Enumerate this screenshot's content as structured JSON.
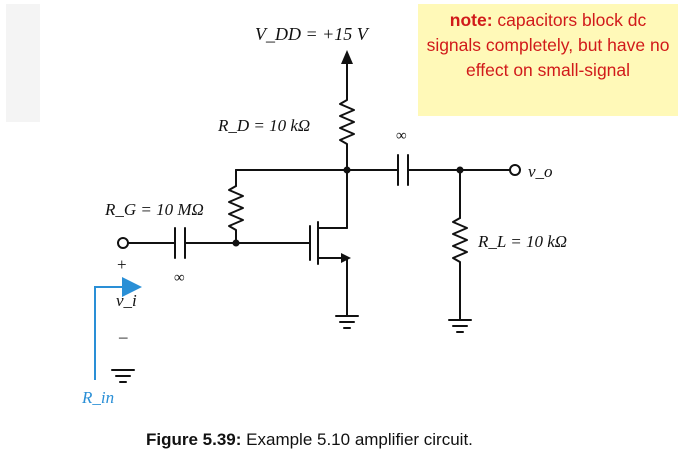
{
  "supply": {
    "label": "V_DD = +15 V"
  },
  "note": {
    "prefix": "note:",
    "text": " capacitors block dc signals completely, but have no effect on small-signal"
  },
  "resistors": {
    "rd": {
      "label": "R_D = 10 kΩ"
    },
    "rg": {
      "label": "R_G = 10 MΩ"
    },
    "rl": {
      "label": "R_L = 10 kΩ"
    }
  },
  "capacitors": {
    "input_value": "∞",
    "output_value": "∞"
  },
  "input": {
    "vi": "v_i",
    "plus": "+",
    "minus": "–",
    "rin": "R_in"
  },
  "output": {
    "vo": "v_o"
  },
  "caption": {
    "bold": "Figure 5.39:",
    "text": " Example 5.10 amplifier circuit."
  },
  "colors": {
    "wire": "#111111",
    "note_bg": "#fff9b8",
    "note_text": "#d11a1a",
    "rin_arrow": "#2a8fd6"
  }
}
